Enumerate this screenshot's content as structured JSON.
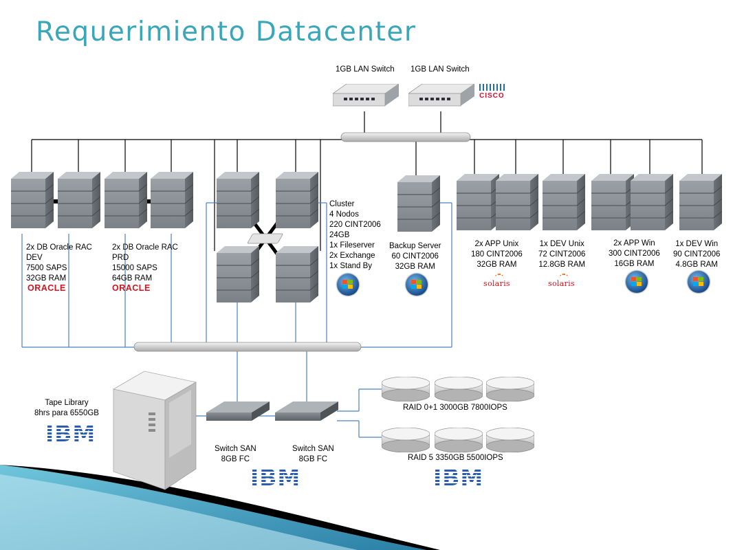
{
  "title": "Requerimiento Datacenter",
  "lan": {
    "switch1_label": "1GB LAN Switch",
    "switch2_label": "1GB LAN Switch",
    "cisco_logo": "CISCO"
  },
  "servers": {
    "db_dev": [
      "2x DB Oracle RAC",
      "DEV",
      "7500 SAPS",
      "32GB RAM"
    ],
    "db_prd": [
      "2x DB Oracle RAC",
      "PRD",
      "15000 SAPS",
      "64GB RAM"
    ],
    "oracle_logo": "ORACLE",
    "cluster": [
      "Cluster",
      "4 Nodos",
      "220 CINT2006",
      "24GB",
      "1x Fileserver",
      "2x Exchange",
      "1x Stand By"
    ],
    "backup": [
      "Backup Server",
      "60 CINT2006",
      "32GB RAM"
    ],
    "app_unix": [
      "2x APP Unix",
      "180 CINT2006",
      "32GB RAM"
    ],
    "dev_unix": [
      "1x DEV Unix",
      "72 CINT2006",
      "12.8GB RAM"
    ],
    "app_win": [
      "2x APP Win",
      "300 CINT2006",
      "16GB RAM"
    ],
    "dev_win": [
      "1x DEV Win",
      "90 CINT2006",
      "4.8GB RAM"
    ],
    "solaris_logo": "solaris"
  },
  "storage": {
    "tape": [
      "Tape Library",
      "8hrs para 6550GB"
    ],
    "switch_san1": [
      "Switch SAN",
      "8GB FC"
    ],
    "switch_san2": [
      "Switch SAN",
      "8GB FC"
    ],
    "raid01": "RAID 0+1 3000GB 7800IOPS",
    "raid5": "RAID 5 3350GB 5500IOPS",
    "ibm_logo": "IBM"
  },
  "colors": {
    "title": "#3aa6b9",
    "lan_lines": "#000000",
    "san_lines": "#4a7fc1",
    "ibm_blue": "#2a5db0",
    "oracle_red": "#d2161e"
  }
}
